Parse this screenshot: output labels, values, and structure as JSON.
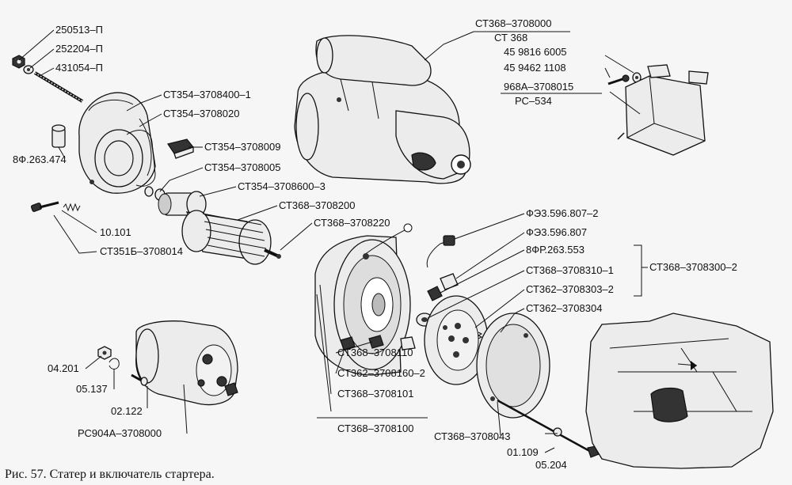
{
  "caption": "Рис. 57. Статер и включатель стартера.",
  "labels": {
    "l_250513": "250513–П",
    "l_252204": "252204–П",
    "l_431054": "431054–П",
    "l_3708400": "СТ354–3708400–1",
    "l_3708020": "СТ354–3708020",
    "l_8f263474": "8Ф.263.474",
    "l_3708009": "СТ354–3708009",
    "l_3708005": "СТ354–3708005",
    "l_3708600": "СТ354–3708600–3",
    "l_3708200": "СТ368–3708200",
    "l_3708220": "СТ368–3708220",
    "l_10101": "10.101",
    "l_3708014": "СТ351Б–3708014",
    "l_3708000": "СТ368–3708000",
    "l_ct368": "СТ 368",
    "l_6005": "45 9816 6005",
    "l_1108": "45 9462 1108",
    "l_968a": "968А–3708015",
    "l_pc534": "РС–534",
    "l_fe807_2": "ФЭ3.596.807–2",
    "l_fe807": "ФЭ3.596.807",
    "l_8fr553": "8ФР.263.553",
    "l_310": "СТ368–3708310–1",
    "l_303": "СТ362–3708303–2",
    "l_300": "СТ368–3708300–2",
    "l_304": "СТ362–3708304",
    "l_110": "СТ368–3708110",
    "l_160": "СТ362–3708160–2",
    "l_101": "СТ368–3708101",
    "l_100": "СТ368–3708100",
    "l_043": "СТ368–3708043",
    "l_01109": "01.109",
    "l_05204": "05.204",
    "l_04201": "04.201",
    "l_05137": "05.137",
    "l_02122": "02.122",
    "l_pc904": "РС904А–3708000"
  }
}
